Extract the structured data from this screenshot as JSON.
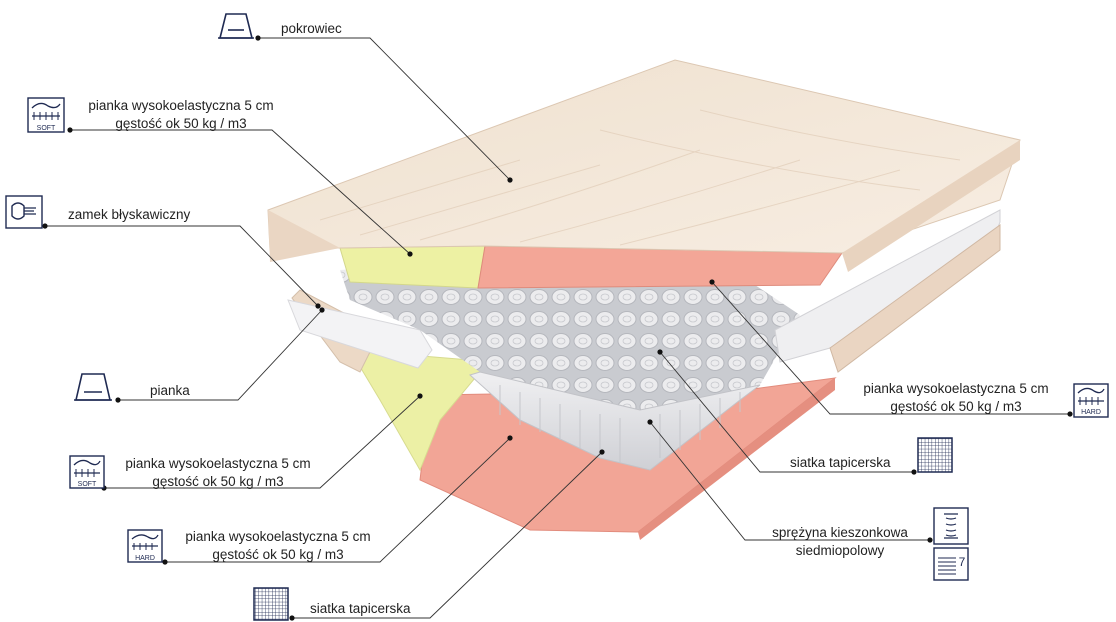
{
  "labels": {
    "cover": "pokrowiec",
    "top_foam_left": {
      "line1": "pianka wysokoelastyczna 5 cm",
      "line2": "gęstość ok 50 kg / m3"
    },
    "zipper": "zamek błyskawiczny",
    "foam": "pianka",
    "bottom_foam_soft": {
      "line1": "pianka wysokoelastyczna 5 cm",
      "line2": "gęstość ok 50 kg / m3"
    },
    "bottom_foam_hard": {
      "line1": "pianka wysokoelastyczna 5 cm",
      "line2": "gęstość ok 50 kg / m3"
    },
    "mesh_bottom": "siatka tapicerska",
    "top_foam_right": {
      "line1": "pianka wysokoelastyczna 5 cm",
      "line2": "gęstość ok 50 kg / m3"
    },
    "mesh_right": "siatka tapicerska",
    "pocket_spring": {
      "line1": "sprężyna kieszonkowa",
      "line2": "siedmiopolowy"
    }
  },
  "icons": {
    "soft_badge": "SOFT",
    "hard_badge": "HARD",
    "zones_number": "7"
  },
  "colors": {
    "cover": "#f3e6d6",
    "yellow_foam": "#eef2a6",
    "pink_foam": "#f3a799",
    "spring": "#e6e6e8",
    "icon_stroke": "#1f2a52",
    "leader": "#333333"
  }
}
